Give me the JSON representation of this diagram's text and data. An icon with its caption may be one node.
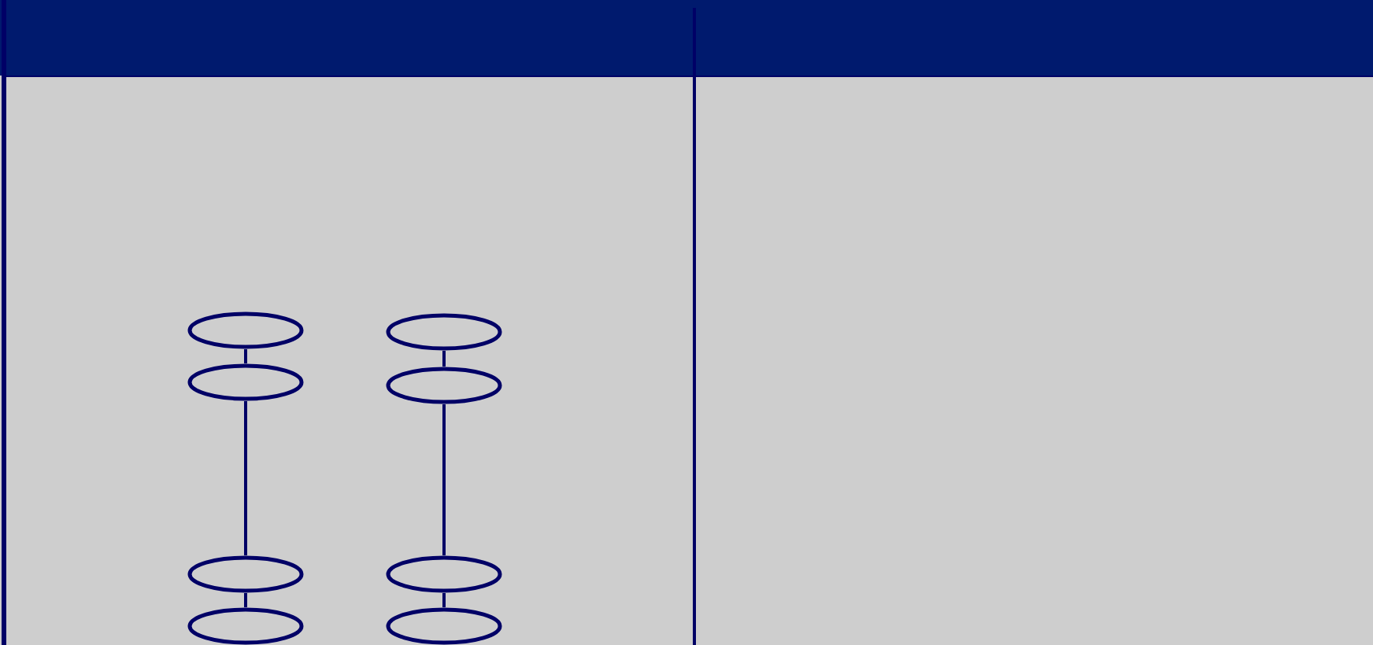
{
  "diagram": {
    "nodes": [
      {
        "text": [],
        "shape": "ellipse"
      },
      {
        "text": [],
        "shape": "ellipse"
      },
      {
        "text": [],
        "shape": "ellipse"
      },
      {
        "text": [],
        "shape": "ellipse"
      },
      {
        "text": [],
        "shape": "ellipse"
      },
      {
        "text": [],
        "shape": "ellipse"
      },
      {
        "text": [],
        "shape": "ellipse"
      },
      {
        "text": [],
        "shape": "ellipse"
      }
    ],
    "edges": [
      {
        "from": 0,
        "to": 2,
        "arrow": "none"
      },
      {
        "from": 2,
        "to": 4,
        "arrow": "none"
      },
      {
        "from": 4,
        "to": 6,
        "arrow": "none"
      },
      {
        "from": 1,
        "to": 3,
        "arrow": "none"
      },
      {
        "from": 3,
        "to": 5,
        "arrow": "none"
      },
      {
        "from": 5,
        "to": 7,
        "arrow": "none"
      }
    ]
  }
}
